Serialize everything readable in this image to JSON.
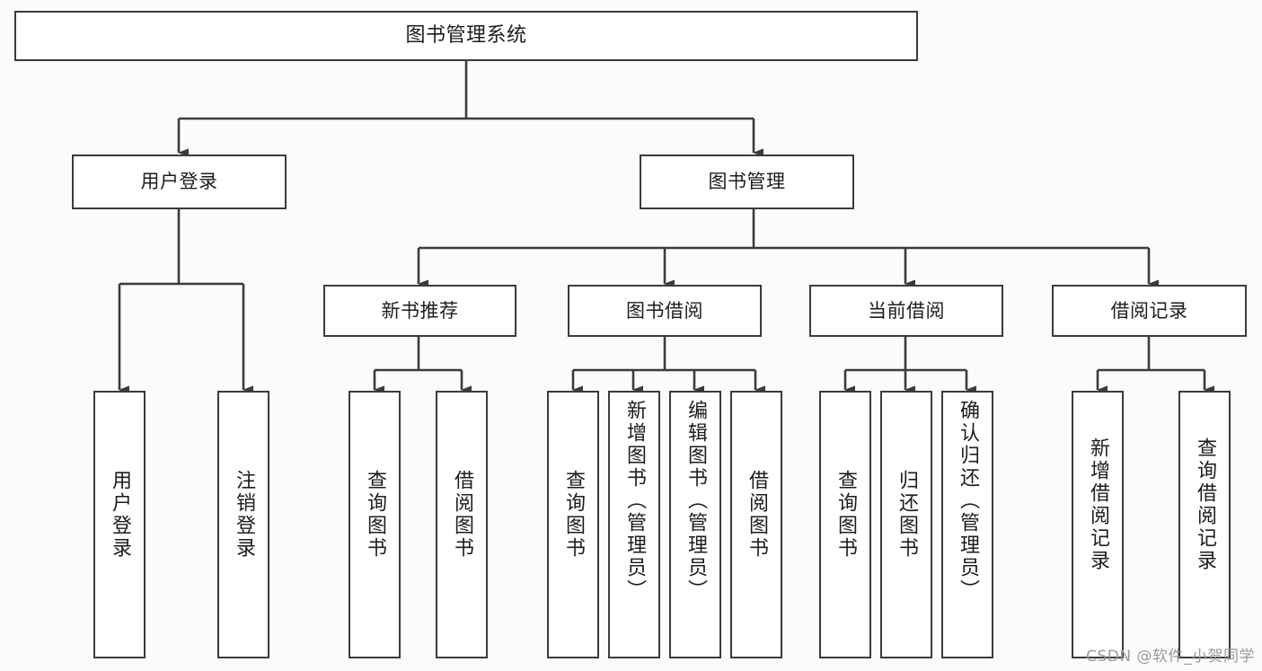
{
  "diagram": {
    "type": "tree",
    "title": "图书管理系统",
    "watermark": "CSDN @软件_小贺同学",
    "colors": {
      "background": "#fbfbfb",
      "node_fill": "#ffffff",
      "node_border": "#3b3b3b",
      "edge": "#3b3b3b",
      "text": "#1d1d1d",
      "watermark": "#9a9a9a"
    },
    "levels": {
      "root": {
        "label": "图书管理系统"
      },
      "level2": [
        {
          "id": "user-login",
          "label": "用户登录"
        },
        {
          "id": "book-manage",
          "label": "图书管理"
        }
      ],
      "level3": [
        {
          "id": "new-book-rec",
          "label": "新书推荐",
          "parent": "book-manage"
        },
        {
          "id": "book-borrow",
          "label": "图书借阅",
          "parent": "book-manage"
        },
        {
          "id": "current-borrow",
          "label": "当前借阅",
          "parent": "book-manage"
        },
        {
          "id": "borrow-record",
          "label": "借阅记录",
          "parent": "book-manage"
        }
      ],
      "leaves": [
        {
          "id": "leaf-user-login",
          "label": "用户登录",
          "parent": "user-login"
        },
        {
          "id": "leaf-logout",
          "label": "注销登录",
          "parent": "user-login"
        },
        {
          "id": "leaf-query-book-1",
          "label": "查询图书",
          "parent": "new-book-rec"
        },
        {
          "id": "leaf-borrow-book-1",
          "label": "借阅图书",
          "parent": "new-book-rec"
        },
        {
          "id": "leaf-query-book-2",
          "label": "查询图书",
          "parent": "book-borrow"
        },
        {
          "id": "leaf-add-book",
          "label": "新增图书（管理员）",
          "parent": "book-borrow"
        },
        {
          "id": "leaf-edit-book",
          "label": "编辑图书（管理员）",
          "parent": "book-borrow"
        },
        {
          "id": "leaf-borrow-book-2",
          "label": "借阅图书",
          "parent": "book-borrow"
        },
        {
          "id": "leaf-query-book-3",
          "label": "查询图书",
          "parent": "current-borrow"
        },
        {
          "id": "leaf-return-book",
          "label": "归还图书",
          "parent": "current-borrow"
        },
        {
          "id": "leaf-confirm-return",
          "label": "确认归还（管理员）",
          "parent": "current-borrow"
        },
        {
          "id": "leaf-add-record",
          "label": "新增借阅记录",
          "parent": "borrow-record"
        },
        {
          "id": "leaf-query-record",
          "label": "查询借阅记录",
          "parent": "borrow-record"
        }
      ]
    }
  }
}
